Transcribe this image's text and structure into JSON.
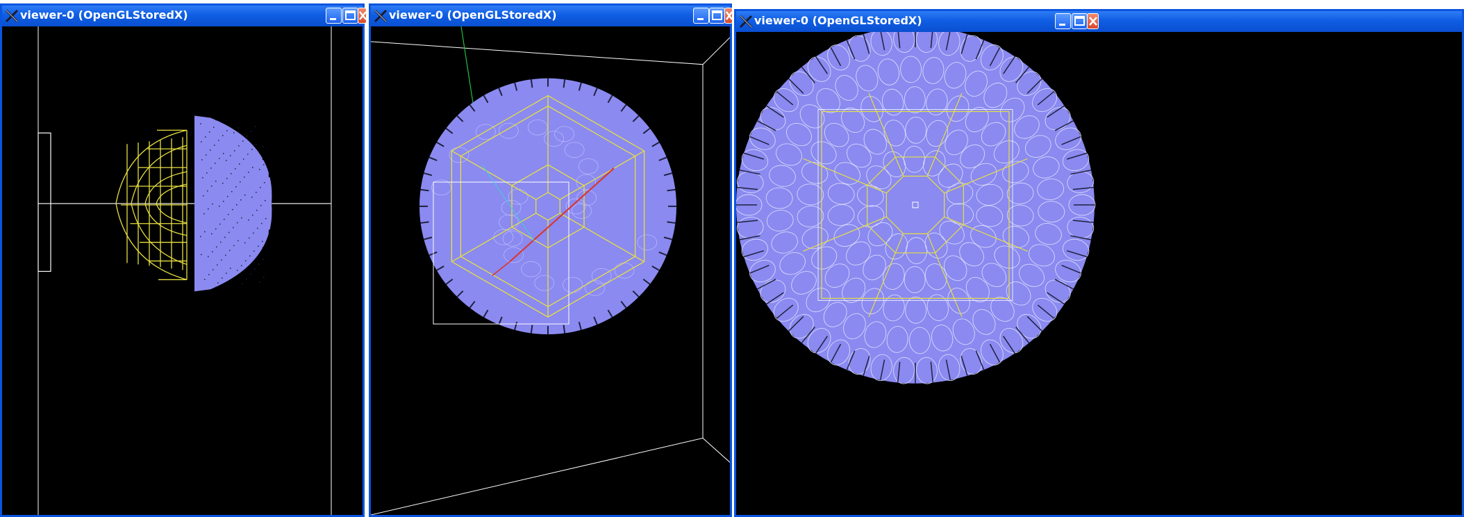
{
  "windows": [
    {
      "title": "viewer-0 (OpenGLStoredX)",
      "view": "side-view"
    },
    {
      "title": "viewer-0 (OpenGLStoredX)",
      "view": "perspective-view"
    },
    {
      "title": "viewer-0 (OpenGLStoredX)",
      "view": "end-view"
    }
  ],
  "titlebar_buttons": [
    "minimize",
    "maximize",
    "close"
  ],
  "colors": {
    "titlebar": "#0a55e0",
    "canvas_bg": "#000000",
    "detector_blue": "#8a8af0",
    "wireframe_yellow": "#e8e040",
    "axis_white": "#ffffff",
    "track_red": "#e03020",
    "track_green": "#20c040"
  }
}
